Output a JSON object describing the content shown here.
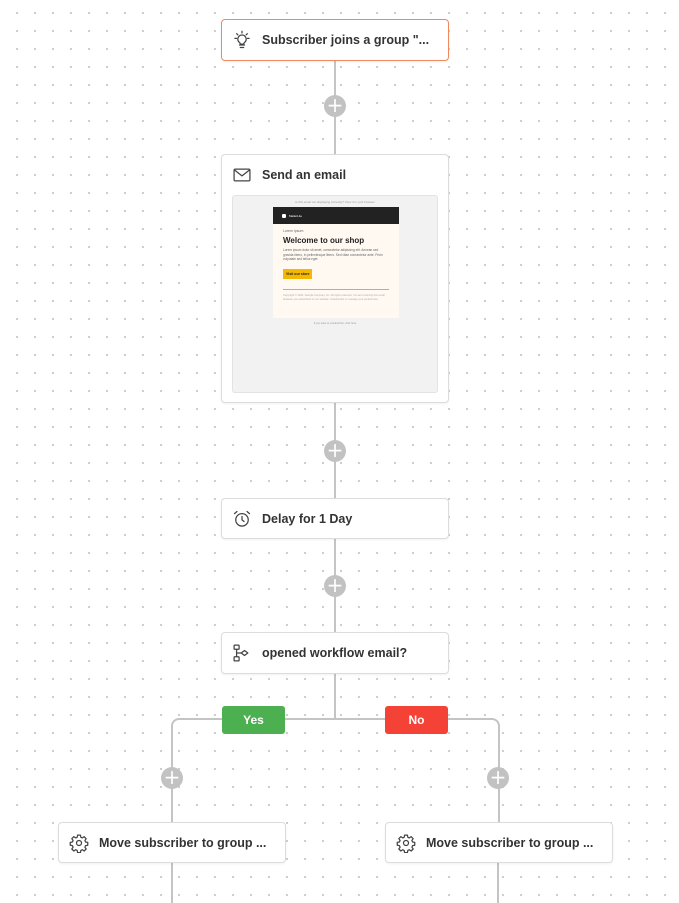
{
  "workflow": {
    "trigger": {
      "title": "Subscriber joins a group \"...",
      "icon": "lightbulb-icon"
    },
    "email_step": {
      "title": "Send an email",
      "icon": "envelope-icon",
      "preview": {
        "top_text": "Is this email not displaying correctly? View it in your browser",
        "brand": "MailerLite",
        "small_heading": "Lorem Ipsum",
        "heading": "Welcome to our shop",
        "body": "Lorem ipsum dolor sit amet, consectetur adipiscing elit. Aenean sed gravida libero, in pellentesque libero. Sed vitae consectetur ante. Proin vulputate sed tellus eget.",
        "button": "Visit our store",
        "footer": "Copyright © 2024. Sample Company Inc. All rights reserved. You are receiving this email because you subscribed on our website. Unsubscribe or manage your preferences.",
        "bottom_text": "If you want to unsubscribe, click here"
      }
    },
    "delay_step": {
      "title": "Delay for 1 Day",
      "icon": "alarm-clock-icon"
    },
    "condition_step": {
      "title": "opened workflow email?",
      "icon": "branch-condition-icon"
    },
    "branches": {
      "yes": {
        "label": "Yes",
        "color": "#4caf50"
      },
      "no": {
        "label": "No",
        "color": "#f44336"
      }
    },
    "yes_action": {
      "title": "Move subscriber to group ...",
      "icon": "gear-icon"
    },
    "no_action": {
      "title": "Move subscriber to group ...",
      "icon": "gear-icon"
    },
    "add_step_symbol": "+",
    "colors": {
      "trigger_border": "#f08a5d",
      "connector": "#c4c4c4",
      "plus_bg": "#c2c2c2"
    }
  }
}
